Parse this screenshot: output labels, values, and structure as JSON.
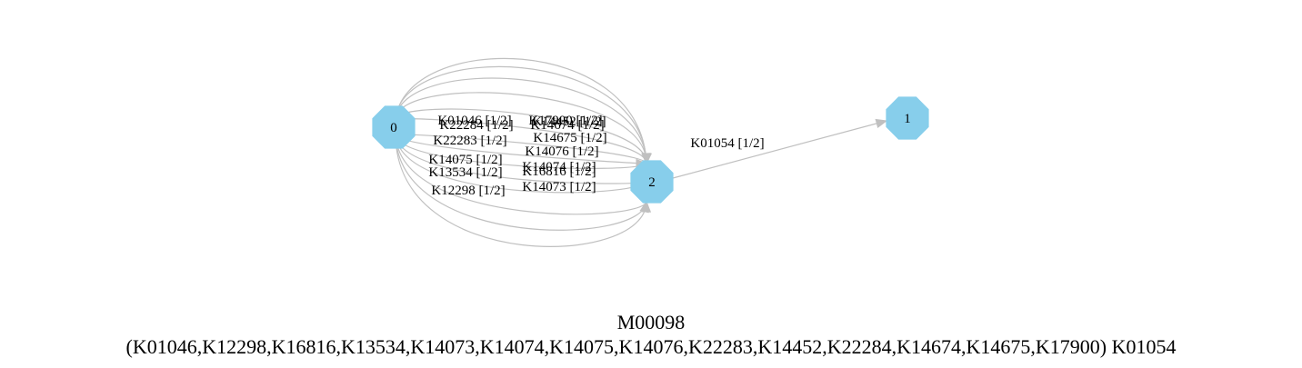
{
  "graph": {
    "title": "M00098",
    "definition": "(K01046,K12298,K16816,K13534,K14073,K14074,K14075,K14076,K22283,K14452,K22284,K14674,K14675,K17900) K01054",
    "node_color": "#87ceeb",
    "edge_color": "#c0c0c0",
    "nodes": [
      {
        "id": "0",
        "label": "0"
      },
      {
        "id": "1",
        "label": "1"
      },
      {
        "id": "2",
        "label": "2"
      }
    ],
    "edges": [
      {
        "from": "0",
        "to": "2",
        "label": "K01046 [1/2]"
      },
      {
        "from": "0",
        "to": "2",
        "label": "K12298 [1/2]"
      },
      {
        "from": "0",
        "to": "2",
        "label": "K16816 [1/2]"
      },
      {
        "from": "0",
        "to": "2",
        "label": "K13534 [1/2]"
      },
      {
        "from": "0",
        "to": "2",
        "label": "K14073 [1/2]"
      },
      {
        "from": "0",
        "to": "2",
        "label": "K14074 [1/2]"
      },
      {
        "from": "0",
        "to": "2",
        "label": "K14075 [1/2]"
      },
      {
        "from": "0",
        "to": "2",
        "label": "K14076 [1/2]"
      },
      {
        "from": "0",
        "to": "2",
        "label": "K22283 [1/2]"
      },
      {
        "from": "0",
        "to": "2",
        "label": "K14452 [1/2]"
      },
      {
        "from": "0",
        "to": "2",
        "label": "K22284 [1/2]"
      },
      {
        "from": "0",
        "to": "2",
        "label": "K14674 [1/2]"
      },
      {
        "from": "0",
        "to": "2",
        "label": "K14675 [1/2]"
      },
      {
        "from": "0",
        "to": "2",
        "label": "K17900 [1/2]"
      },
      {
        "from": "2",
        "to": "1",
        "label": "K01054 [1/2]"
      }
    ]
  }
}
